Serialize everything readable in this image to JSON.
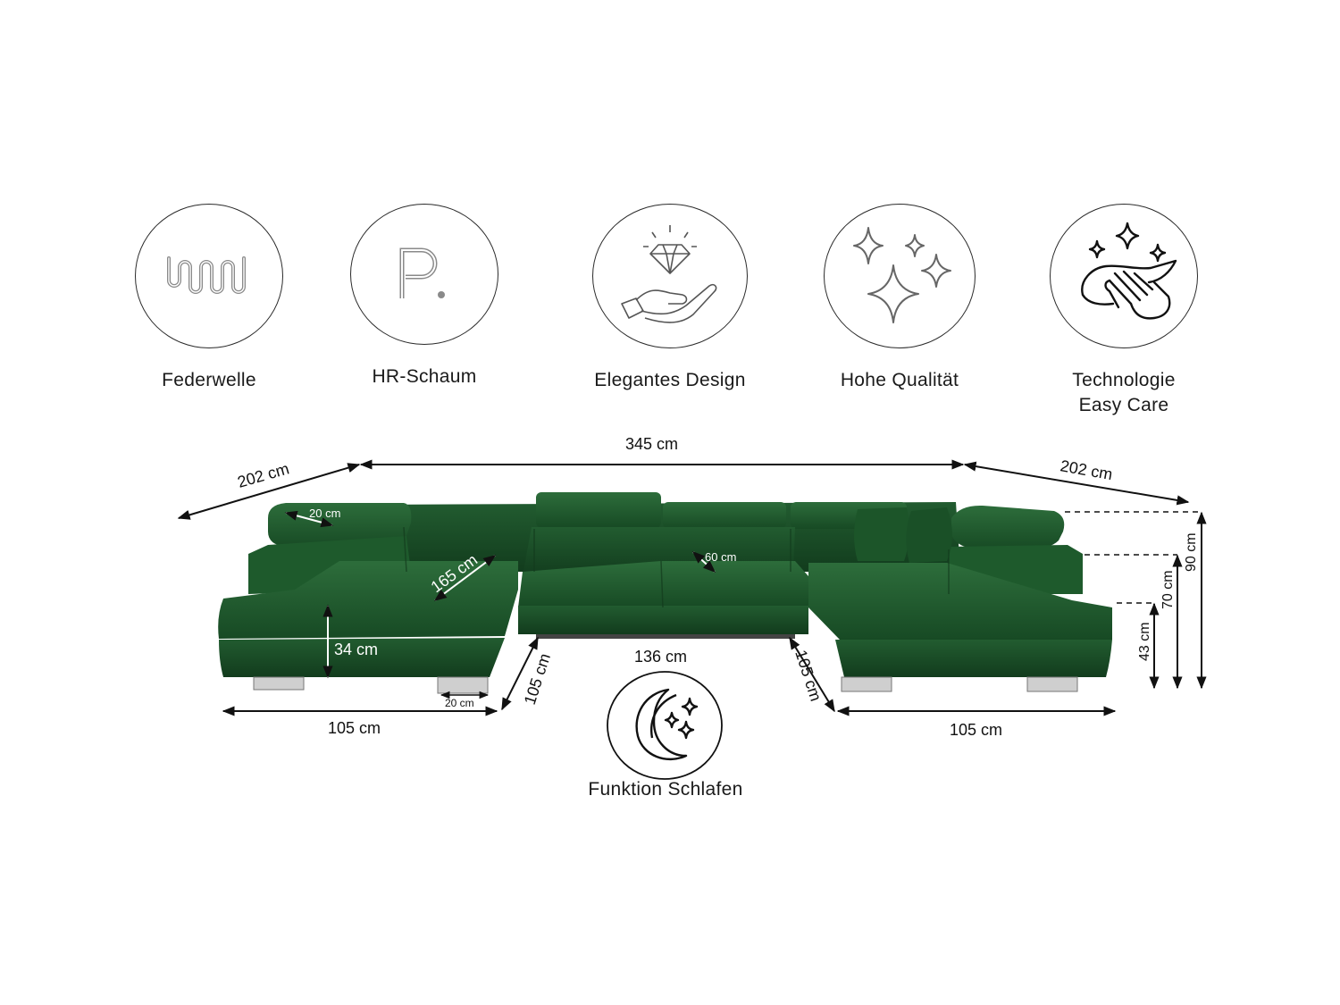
{
  "features": [
    {
      "label": "Federwelle",
      "icon": "spring-wave-icon"
    },
    {
      "label": "HR-Schaum",
      "icon": "letter-p-icon"
    },
    {
      "label": "Elegantes Design",
      "icon": "diamond-hand-icon"
    },
    {
      "label": "Hohe Qualität",
      "icon": "sparkles-icon"
    },
    {
      "label": "Technologie\nEasy Care",
      "icon": "wiping-hand-icon"
    }
  ],
  "dimensions": {
    "left_depth": "202 cm",
    "total_width": "345 cm",
    "right_depth": "202 cm",
    "headrest": "20 cm",
    "lounger_length": "165 cm",
    "backrest_adjust": "60 cm",
    "seat_height_arm": "34 cm",
    "leg_width": "20 cm",
    "left_width": "105 cm",
    "left_inner": "105 cm",
    "middle_width": "136 cm",
    "right_inner": "105 cm",
    "right_width": "105 cm",
    "height_max": "90 cm",
    "height_back": "70 cm",
    "height_seat": "43 cm"
  },
  "sleep_function": {
    "label": "Funktion Schlafen",
    "icon": "moon-stars-icon"
  },
  "colors": {
    "sofa": "#1f5a2e",
    "sofa_dark": "#143f20",
    "sofa_light": "#2a6b39",
    "line": "#111111",
    "icon_stroke": "#8a8a8a"
  }
}
